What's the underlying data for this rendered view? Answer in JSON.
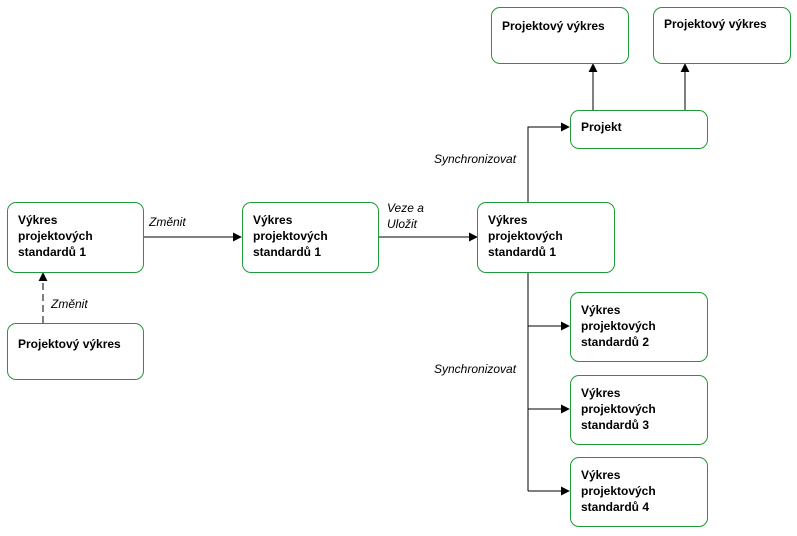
{
  "colors": {
    "node_border": "#1f9a3a",
    "edge": "#000000",
    "background": "#ffffff"
  },
  "nodes": {
    "std1_origin": "Výkres\nprojektových\nstandardů 1",
    "proj_drawing_left": "Projektový výkres",
    "std1_modified": "Výkres\nprojektových\nstandardů 1",
    "std1_saved": "Výkres\nprojektových\nstandardů 1",
    "project": "Projekt",
    "proj_drawing_top_a": "Projektový výkres",
    "proj_drawing_top_b": "Projektový výkres",
    "std2": "Výkres\nprojektových\nstandardů 2",
    "std3": "Výkres\nprojektových\nstandardů 3",
    "std4": "Výkres\nprojektových\nstandardů 4"
  },
  "edge_labels": {
    "change_right": "Změnit",
    "change_up": "Změnit",
    "move_save": "Veze a\nUložit",
    "sync_up": "Synchronizovat",
    "sync_down": "Synchronizovat"
  }
}
